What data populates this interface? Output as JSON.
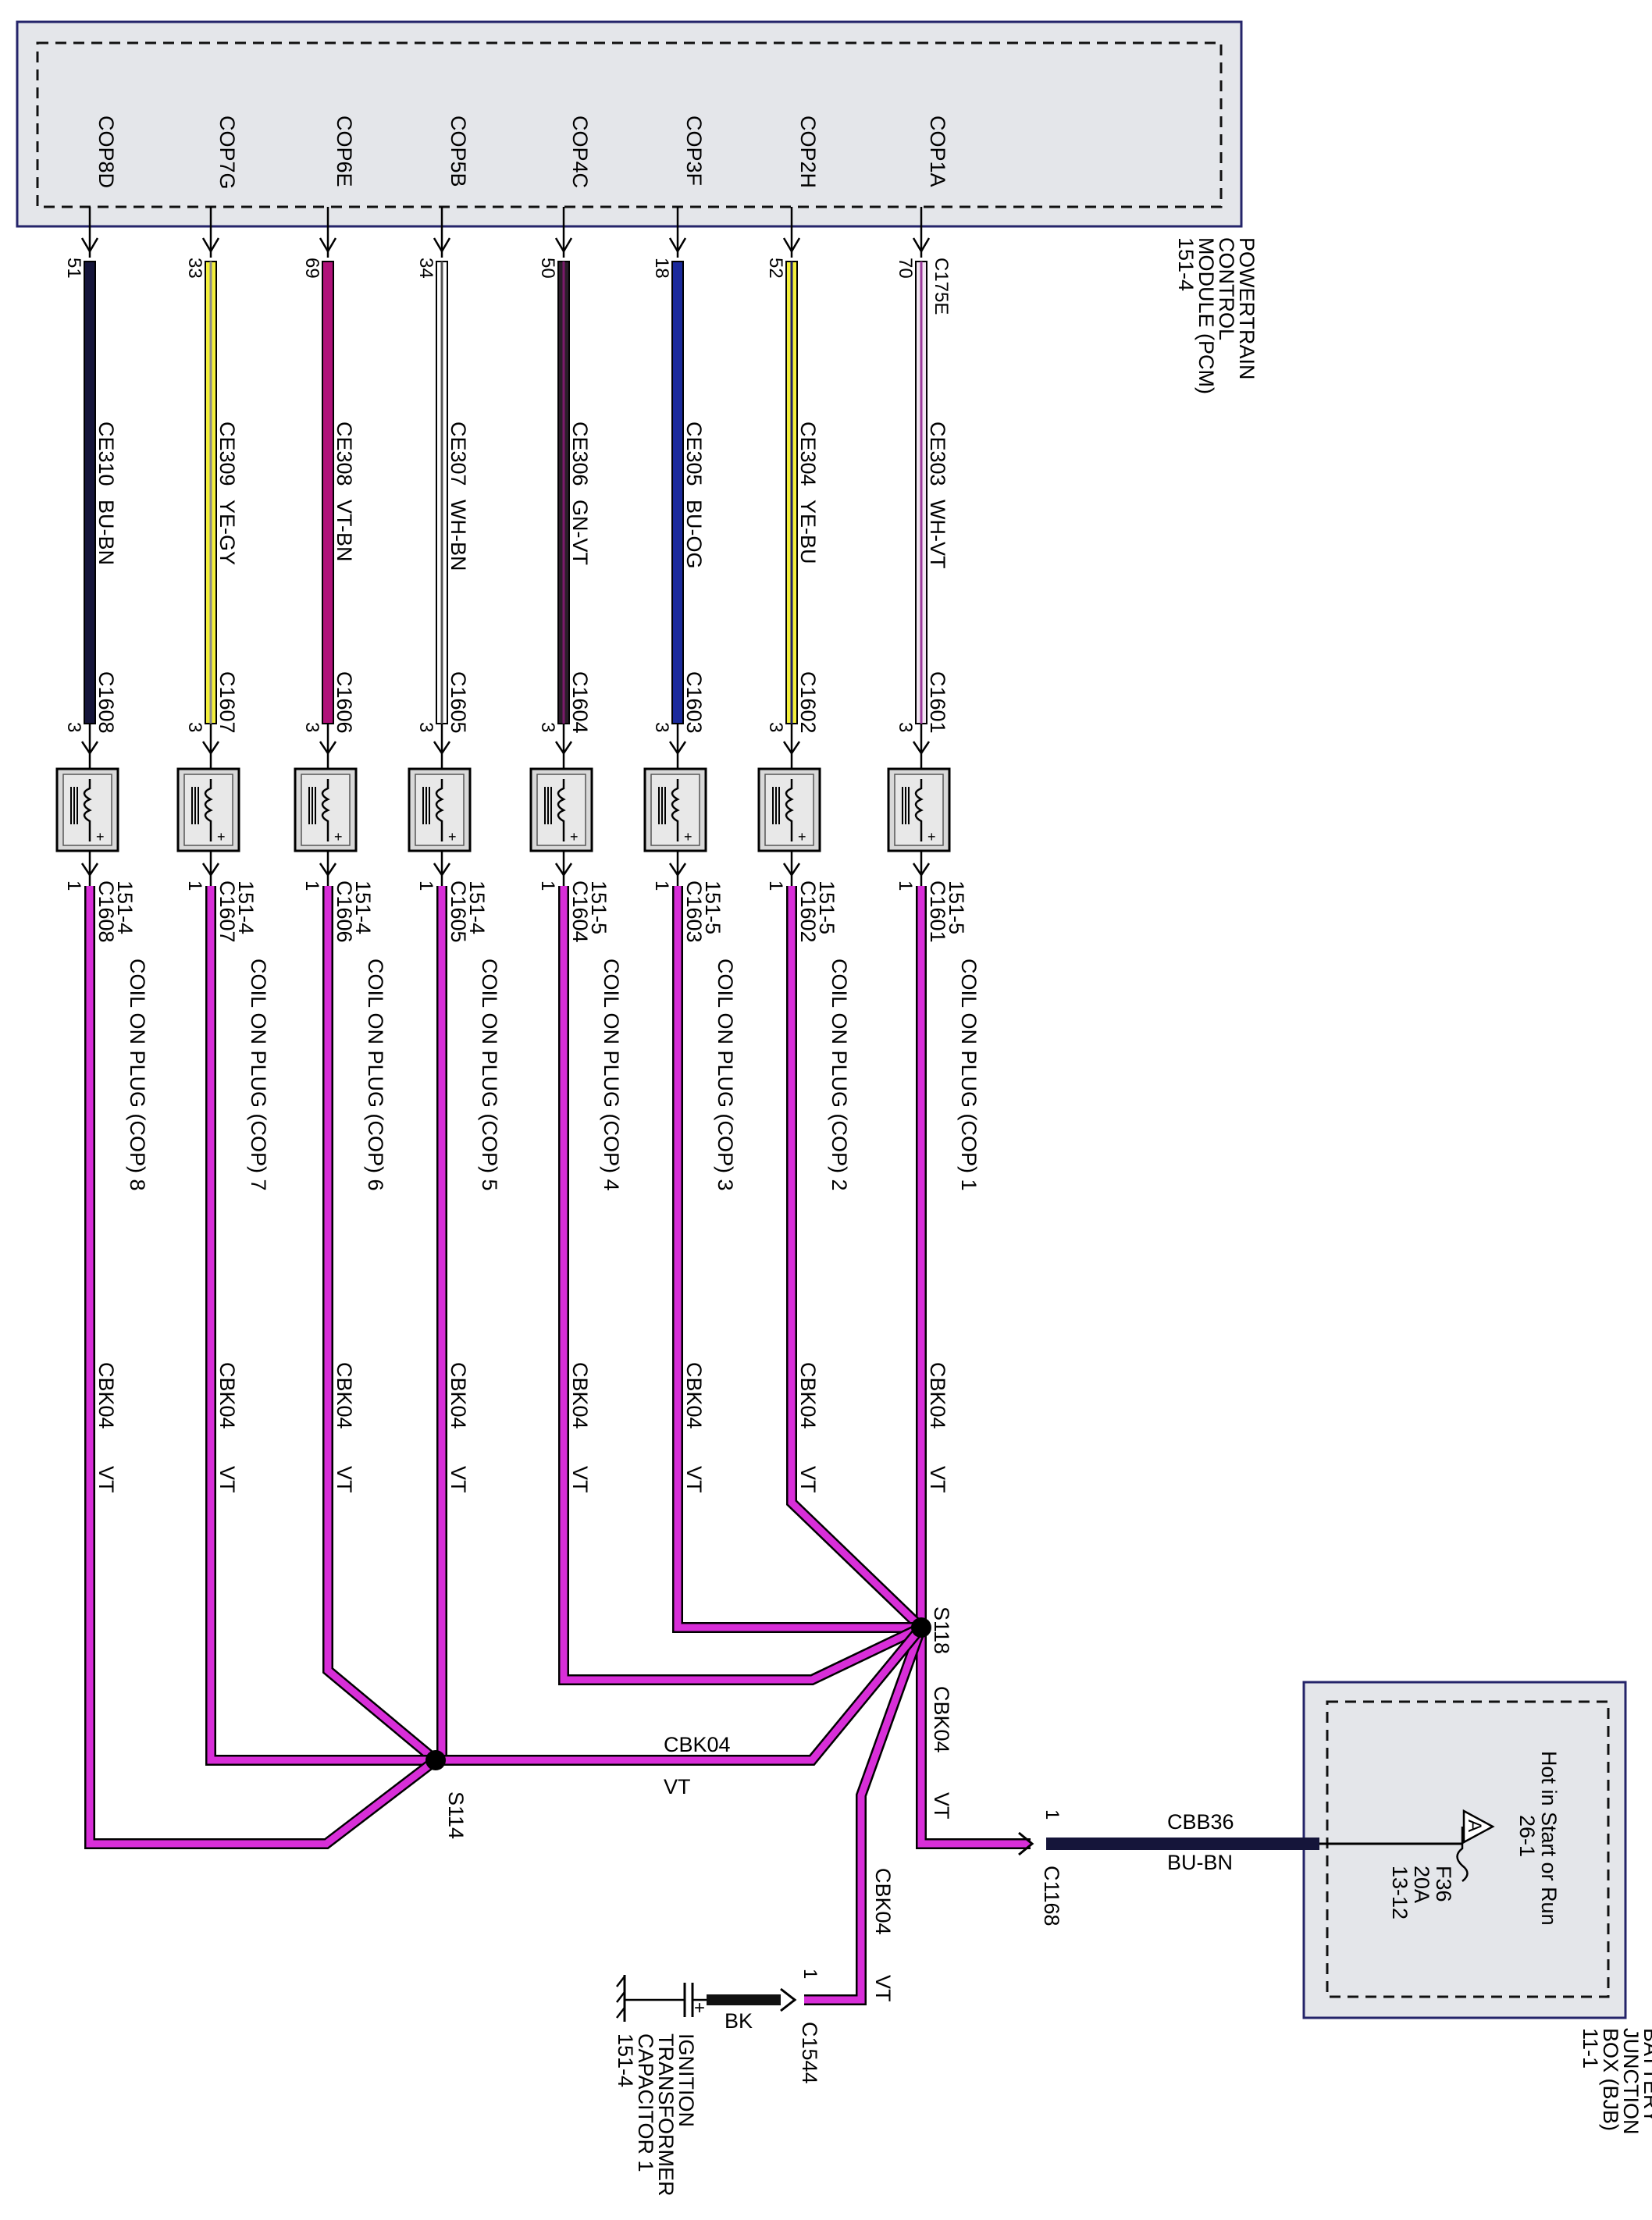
{
  "pcm": {
    "name": [
      "POWERTRAIN",
      "CONTROL",
      "MODULE (PCM)",
      "151-4"
    ],
    "connector": "C175E"
  },
  "bjb": {
    "name": [
      "BATTERY",
      "JUNCTION",
      "BOX (BJB)",
      "11-1"
    ],
    "feed_label": "Hot in Start or Run",
    "feed_ref": "26-1",
    "feed_triangle": "A",
    "fuse": [
      "F36",
      "20A",
      "13-12"
    ]
  },
  "circuits": [
    {
      "pin_name": "COP1A",
      "pin": "70",
      "circuit": "CE303",
      "color": "WH-VT",
      "conn": "C1601",
      "coil_conn_label": "C1601",
      "page": "151-5",
      "coil": "COIL ON PLUG (COP) 1",
      "wire": "#f2e6f2",
      "stripe": "#9b3a9b"
    },
    {
      "pin_name": "COP2H",
      "pin": "52",
      "circuit": "CE304",
      "color": "YE-BU",
      "conn": "C1602",
      "coil_conn_label": "C1602",
      "page": "151-5",
      "coil": "COIL ON PLUG (COP) 2",
      "wire": "#f3ef3a",
      "stripe": "#222266"
    },
    {
      "pin_name": "COP3F",
      "pin": "18",
      "circuit": "CE305",
      "color": "BU-OG",
      "conn": "C1603",
      "coil_conn_label": "C1603",
      "page": "151-5",
      "coil": "COIL ON PLUG (COP) 3",
      "wire": "#1b2a9c",
      "stripe": "#1b2a9c"
    },
    {
      "pin_name": "COP4C",
      "pin": "50",
      "circuit": "CE306",
      "color": "GN-VT",
      "conn": "C1604",
      "coil_conn_label": "C1604",
      "page": "151-5",
      "coil": "COIL ON PLUG (COP) 4",
      "wire": "#2a1e2a",
      "stripe": "#7a1a6a"
    },
    {
      "pin_name": "COP5B",
      "pin": "34",
      "circuit": "CE307",
      "color": "WH-BN",
      "conn": "C1605",
      "coil_conn_label": "C1605",
      "page": "151-4",
      "coil": "COIL ON PLUG (COP) 5",
      "wire": "#ffffff",
      "stripe": "#555555"
    },
    {
      "pin_name": "COP6E",
      "pin": "69",
      "circuit": "CE308",
      "color": "VT-BN",
      "conn": "C1606",
      "coil_conn_label": "C1606",
      "page": "151-4",
      "coil": "COIL ON PLUG (COP) 6",
      "wire": "#b0127a",
      "stripe": "#b0127a"
    },
    {
      "pin_name": "COP7G",
      "pin": "33",
      "circuit": "CE309",
      "color": "YE-GY",
      "conn": "C1607",
      "coil_conn_label": "C1607",
      "page": "151-4",
      "coil": "COIL ON PLUG (COP) 7",
      "wire": "#f3ef3a",
      "stripe": "#8a8a8a"
    },
    {
      "pin_name": "COP8D",
      "pin": "51",
      "circuit": "CE310",
      "color": "BU-BN",
      "conn": "C1608",
      "coil_conn_label": "C1608",
      "page": "151-4",
      "coil": "COIL ON PLUG (COP) 8",
      "wire": "#15153a",
      "stripe": "#15153a"
    }
  ],
  "coil_pin_top": "3",
  "coil_pin_bottom": "1",
  "feed_circuit": "CBK04",
  "feed_color": "VT",
  "splices": {
    "s118": "S118",
    "s114": "S114"
  },
  "battery_feed": {
    "connector": "C1168",
    "pin": "1",
    "circuit": "CBB36",
    "color": "BU-BN"
  },
  "capacitor": {
    "connector": "C1544",
    "pin": "1",
    "circuit": "CBK04",
    "color": "VT",
    "ground_wire_color": "BK",
    "name": [
      "IGNITION",
      "TRANSFORMER",
      "CAPACITOR 1",
      "151-4"
    ]
  }
}
